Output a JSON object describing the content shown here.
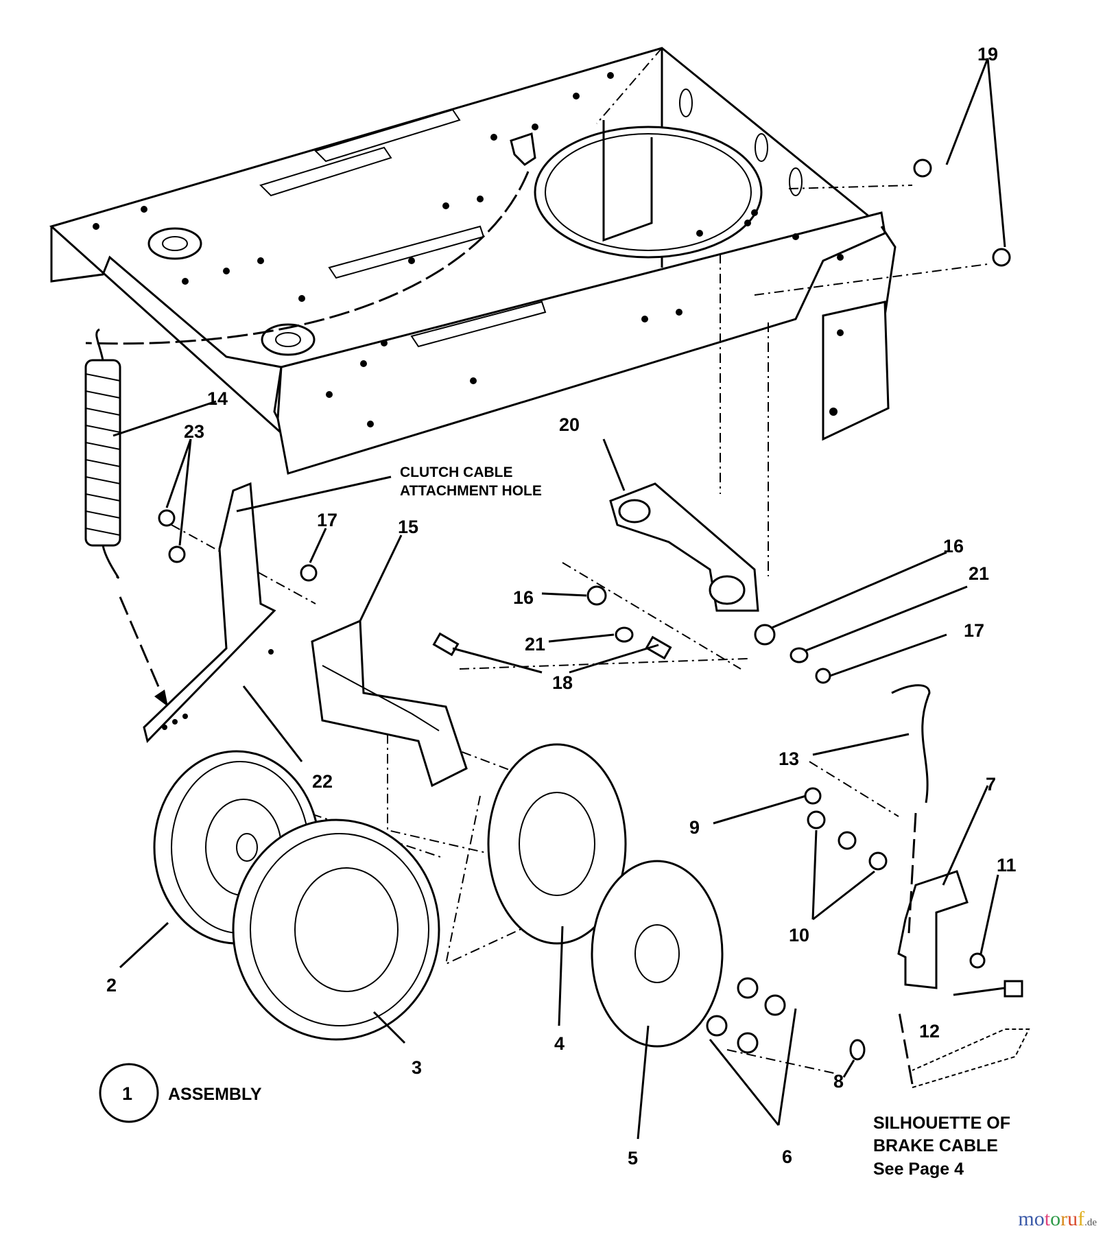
{
  "diagram": {
    "title": "Chassis / Brake Assembly Exploded View",
    "notes": {
      "clutch_line1": "CLUTCH CABLE",
      "clutch_line2": "ATTACHMENT HOLE",
      "assembly_number": "1",
      "assembly_label": "ASSEMBLY",
      "silhouette_line1": "SILHOUETTE OF",
      "silhouette_line2": "BRAKE CABLE",
      "silhouette_line3": "See Page 4"
    },
    "callouts": {
      "c2": "2",
      "c3": "3",
      "c4": "4",
      "c5": "5",
      "c6": "6",
      "c7": "7",
      "c8": "8",
      "c9": "9",
      "c10": "10",
      "c11": "11",
      "c12": "12",
      "c13": "13",
      "c14": "14",
      "c15": "15",
      "c16a": "16",
      "c16b": "16",
      "c17a": "17",
      "c17b": "17",
      "c18": "18",
      "c19": "19",
      "c20": "20",
      "c21a": "21",
      "c21b": "21",
      "c22": "22",
      "c23": "23"
    }
  },
  "watermark": {
    "letters": [
      "m",
      "o",
      "t",
      "o",
      "r",
      "u",
      "f"
    ],
    "colors": [
      "#3b5aa8",
      "#3b5aa8",
      "#e0447e",
      "#2e9a48",
      "#d98a1c",
      "#d94a2b",
      "#e0b020"
    ],
    "tld": ".de"
  }
}
